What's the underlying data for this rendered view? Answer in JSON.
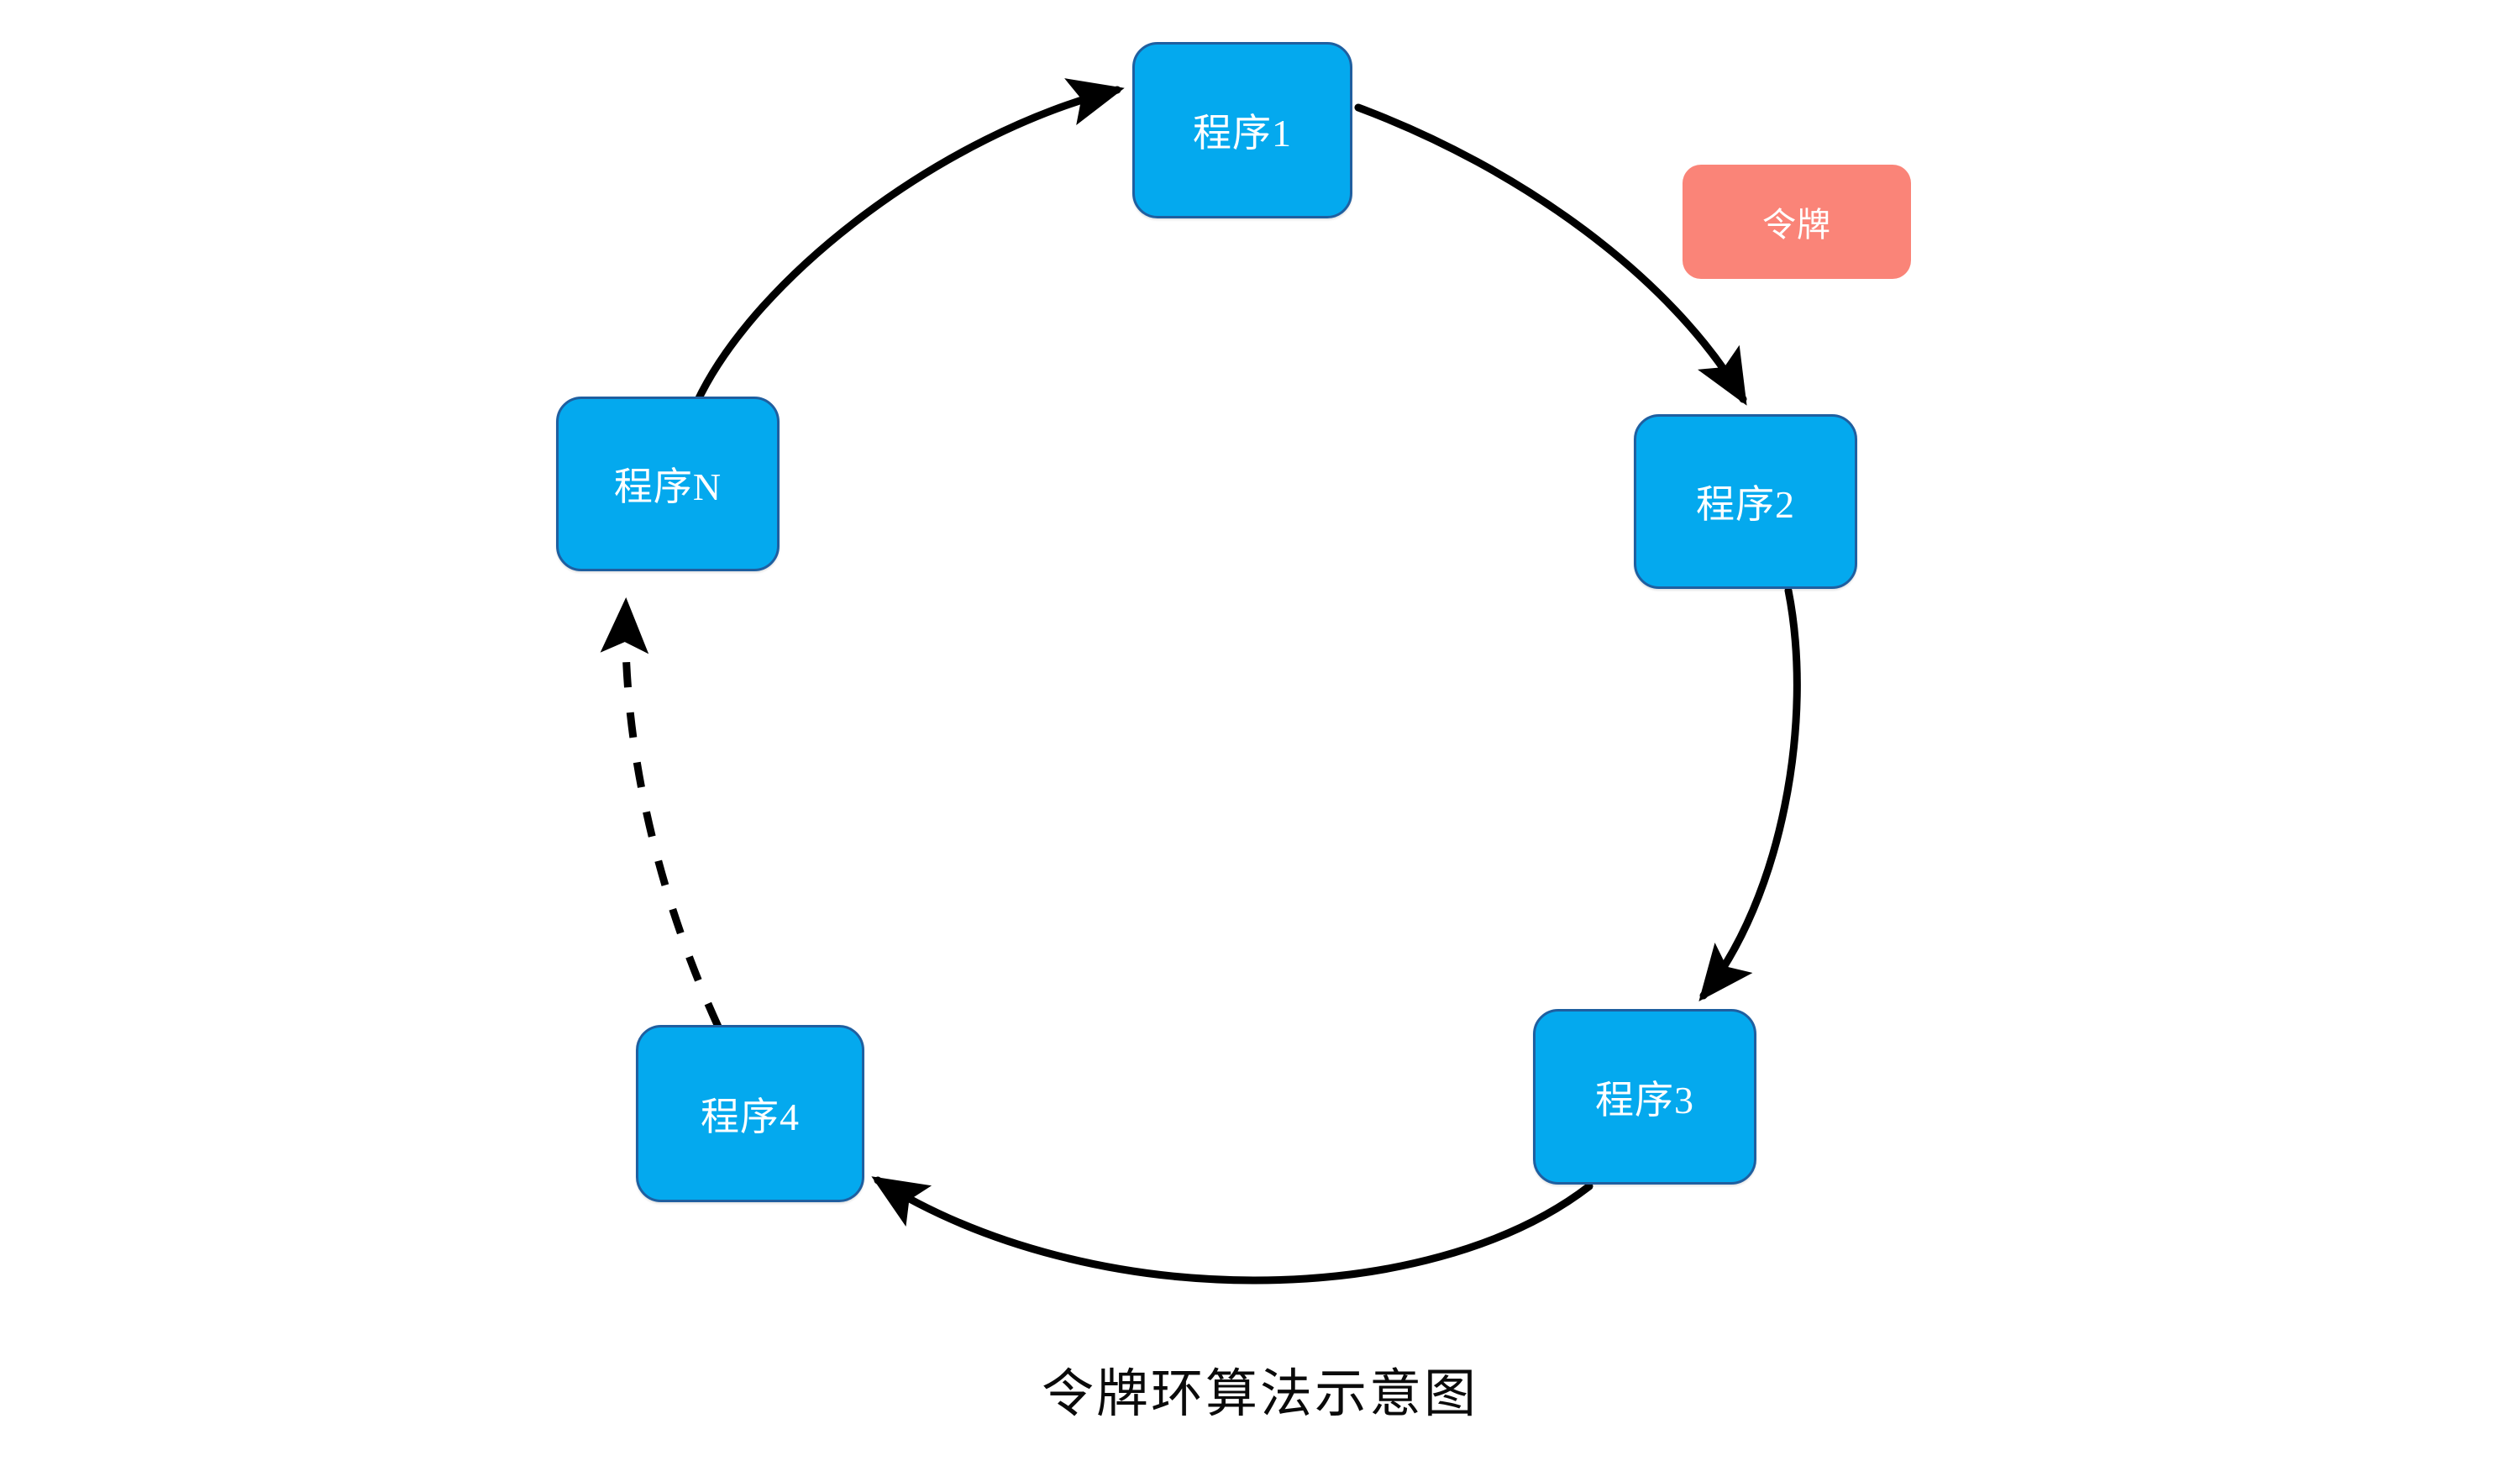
{
  "diagram": {
    "title": "令牌环算法示意图",
    "background_color": "#ffffff",
    "node_fill_color": "#04A9EE",
    "node_border_color": "#1F5FA0",
    "token_fill_color": "#FA8478",
    "edge_color": "#000000",
    "nodes": [
      {
        "id": "n1",
        "label": "程序1",
        "kind": "process"
      },
      {
        "id": "n2",
        "label": "程序2",
        "kind": "process"
      },
      {
        "id": "n3",
        "label": "程序3",
        "kind": "process"
      },
      {
        "id": "n4",
        "label": "程序4",
        "kind": "process"
      },
      {
        "id": "nN",
        "label": "程序N",
        "kind": "process"
      },
      {
        "id": "tokenbox",
        "label": "令牌",
        "kind": "token"
      }
    ],
    "edges": [
      {
        "from": "程序1",
        "to": "程序2",
        "style": "solid",
        "arrow": "end"
      },
      {
        "from": "程序2",
        "to": "程序3",
        "style": "solid",
        "arrow": "end"
      },
      {
        "from": "程序3",
        "to": "程序4",
        "style": "solid",
        "arrow": "end"
      },
      {
        "from": "程序4",
        "to": "程序N",
        "style": "dashed",
        "arrow": "end"
      },
      {
        "from": "程序N",
        "to": "程序1",
        "style": "solid",
        "arrow": "end"
      }
    ]
  }
}
